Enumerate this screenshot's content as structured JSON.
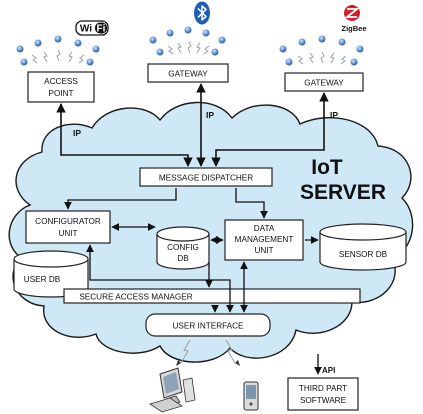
{
  "labels": {
    "access_point": [
      "ACCESS",
      "POINT"
    ],
    "gateway_bt": "GATEWAY",
    "gateway_zb": "GATEWAY",
    "ip_left": "IP",
    "ip_mid": "IP",
    "ip_right": "IP",
    "server_title": [
      "IoT",
      "SERVER"
    ],
    "message_dispatcher": "MESSAGE DISPATCHER",
    "configurator_unit": [
      "CONFIGURATOR",
      "UNIT"
    ],
    "config_db": [
      "CONFIG",
      "DB"
    ],
    "data_management_unit": [
      "DATA",
      "MANAGEMENT",
      "UNIT"
    ],
    "sensor_db": "SENSOR DB",
    "user_db": "USER DB",
    "secure_access_manager": "SECURE ACCESS MANAGER",
    "user_interface": "USER INTERFACE",
    "api": "API",
    "third_part_software": [
      "THIRD PART",
      "SOFTWARE"
    ]
  },
  "logos": {
    "wifi": "WiFi",
    "bluetooth": "bluetooth-logo",
    "zigbee": "ZigBee"
  },
  "colors": {
    "cloud_fill": "#cfe8f6",
    "cloud_stroke": "#1a1a1a",
    "sensor_node": "#5b8fd0",
    "bluetooth_blue": "#1e5eb8",
    "zigbee_red": "#d0202e"
  }
}
